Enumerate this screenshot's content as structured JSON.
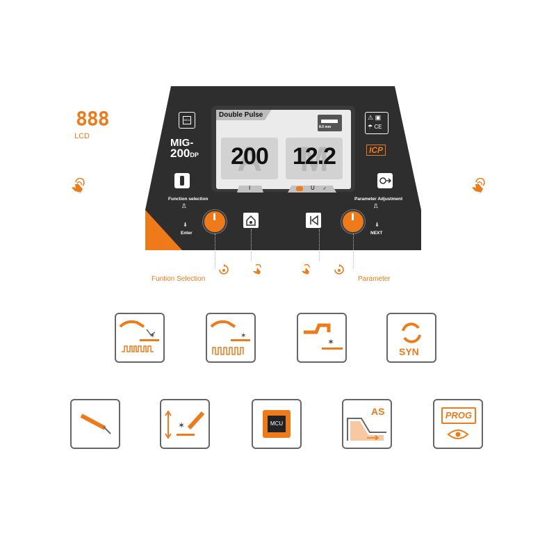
{
  "legend": {
    "lcd_digits": "888",
    "lcd_label": "LCD"
  },
  "panel": {
    "model_line1": "MIG-",
    "model_line2": "200",
    "model_suffix": "DP",
    "screen": {
      "mode": "Double Pulse",
      "wire_size": "8.0 mm",
      "current": "200",
      "voltage": "12.2",
      "current_symbol": "I",
      "voltage_symbol": "U"
    },
    "function_selection_label": "Function selection",
    "parameter_adjustment_label": "Parameter Adjustment",
    "enter_label": "Enter",
    "next_label": "NEXT",
    "cert_label": "ICP"
  },
  "captions": {
    "function": "Funtion Selection",
    "parameter": "Parameter"
  },
  "features": {
    "syn_label": "SYN",
    "mcu_label": "MCU",
    "as_label": "AS",
    "prog_label": "PROG"
  },
  "colors": {
    "accent": "#ef7a1a",
    "panel": "#2e2e2e",
    "tile_border": "#666666"
  }
}
